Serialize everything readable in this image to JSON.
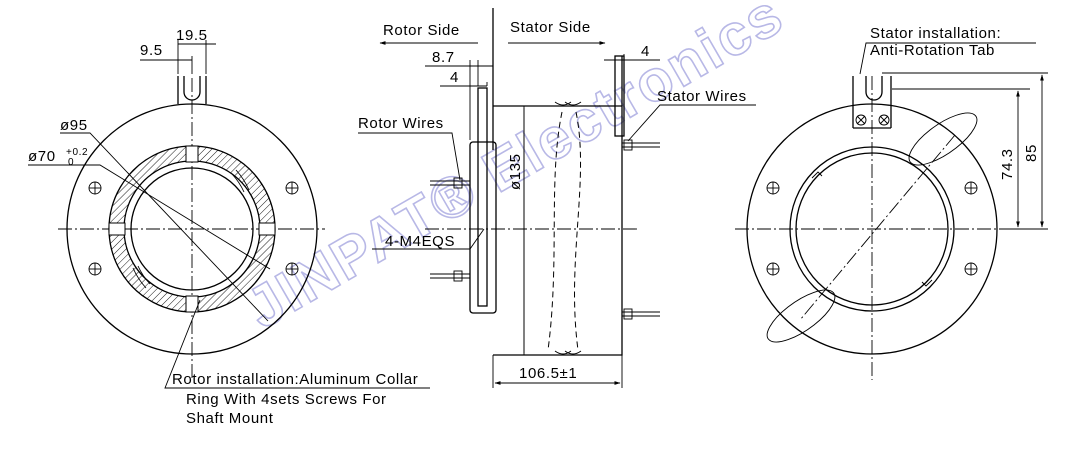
{
  "watermark": "JINPAT® Electronics",
  "left_view": {
    "dim_19_5": "19.5",
    "dim_9_5": "9.5",
    "dim_phi95": "ø95",
    "dim_phi70": "ø70",
    "tol_upper": "+0.2",
    "tol_lower": "0",
    "rotor_install_line1": "Rotor installation:Aluminum Collar",
    "rotor_install_line2": "Ring With 4sets Screws For",
    "rotor_install_line3": "Shaft Mount"
  },
  "side_view": {
    "rotor_side": "Rotor Side",
    "stator_side": "Stator Side",
    "dim_8_7": "8.7",
    "dim_4_left": "4",
    "dim_4_right": "4",
    "rotor_wires": "Rotor Wires",
    "stator_wires": "Stator Wires",
    "dim_phi135": "ø135",
    "screws": "4-M4EQS",
    "length": "106.5±1"
  },
  "right_view": {
    "stator_install_line1": "Stator installation:",
    "stator_install_line2": "Anti-Rotation Tab",
    "dim_74_3": "74.3",
    "dim_85": "85"
  },
  "colors": {
    "line": "#000000",
    "hatch": "#000000",
    "watermark": "#b8b8e6"
  }
}
